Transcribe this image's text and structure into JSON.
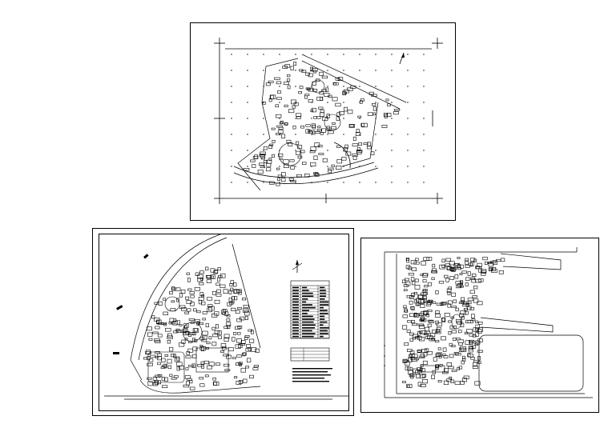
{
  "canvas": {
    "background": "#ffffff",
    "line_color": "#000000"
  },
  "sheets": [
    {
      "id": "plan-a",
      "subject": "site-master-plan-north"
    },
    {
      "id": "plan-b",
      "subject": "site-master-plan-curved",
      "has_legend_table": true,
      "has_north_arrow": true
    },
    {
      "id": "plan-c",
      "subject": "site-master-plan-east"
    }
  ]
}
